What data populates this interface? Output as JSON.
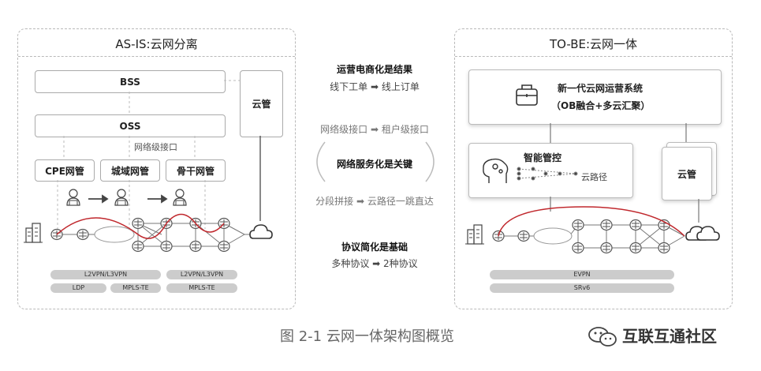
{
  "left": {
    "title": "AS-IS:云网分离",
    "bss": "BSS",
    "oss": "OSS",
    "cloud_mgmt": "云管",
    "network_interface": "网络级接口",
    "cpe": "CPE网管",
    "metro": "城域网管",
    "backbone": "骨干网管",
    "tags": [
      "L2VPN/L3VPN",
      "L2VPN/L3VPN",
      "LDP",
      "MPLS-TE",
      "MPLS-TE"
    ]
  },
  "middle": {
    "s1_title": "运营电商化是结果",
    "s1_from": "线下工单",
    "s1_to": "线上订单",
    "s2_from_top": "网络级接口",
    "s2_to_top": "租户级接口",
    "s2_title": "网络服务化是关键",
    "s2_from_bottom": "分段拼接",
    "s2_to_bottom": "云路径一跳直达",
    "s3_title": "协议简化是基础",
    "s3_from": "多种协议",
    "s3_to": "2种协议",
    "arrow_glyph": "➡"
  },
  "right": {
    "title": "TO-BE:云网一体",
    "system_line1": "新一代云网运营系统",
    "system_line2": "（OB融合+多云汇聚）",
    "smart_control": "智能管控",
    "cloud_path": "云路径",
    "cloud_mgmt": "云管",
    "tags": [
      "EVPN",
      "SRv6"
    ]
  },
  "caption": "图 2-1  云网一体架构图概览",
  "watermark": "互联互通社区",
  "colors": {
    "accent_red": "#c0282d",
    "border": "#aaaaaa",
    "pill": "#cccccc",
    "caption": "#666666"
  },
  "icons": [
    "router-icon",
    "server-building-icon",
    "cloud-icon",
    "user-icon",
    "briefcase-icon",
    "brain-icon",
    "wechat-icon"
  ]
}
